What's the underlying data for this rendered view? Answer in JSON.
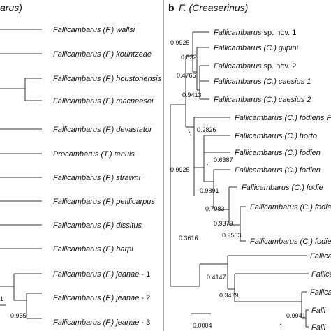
{
  "panel_a": {
    "title_fragment": "arus)",
    "taxa": [
      {
        "genus": "Fallicambarus",
        "sub": "(F.)",
        "species": "wallsi",
        "suffix": ""
      },
      {
        "genus": "Fallicambarus",
        "sub": "(F.)",
        "species": "kountzeae",
        "suffix": ""
      },
      {
        "genus": "Fallicambarus",
        "sub": "(F.)",
        "species": "houstonensis",
        "suffix": ""
      },
      {
        "genus": "Fallicambarus",
        "sub": "(F.)",
        "species": "macneesei",
        "suffix": ""
      },
      {
        "genus": "Fallicambarus",
        "sub": "(F.)",
        "species": "devastator",
        "suffix": ""
      },
      {
        "genus": "Procambarus",
        "sub": "(T.)",
        "species": "tenuis",
        "suffix": ""
      },
      {
        "genus": "Fallicambarus",
        "sub": "(F.)",
        "species": "strawni",
        "suffix": ""
      },
      {
        "genus": "Fallicambarus",
        "sub": "(F.)",
        "species": "petilicarpus",
        "suffix": ""
      },
      {
        "genus": "Fallicambarus",
        "sub": "(F.)",
        "species": "dissitus",
        "suffix": ""
      },
      {
        "genus": "Fallicambarus",
        "sub": "(F.)",
        "species": "harpi",
        "suffix": ""
      },
      {
        "genus": "Fallicambarus",
        "sub": "(F.)",
        "species": "jeanae",
        "suffix": "- 1"
      },
      {
        "genus": "Fallicambarus",
        "sub": "(F.)",
        "species": "jeanae",
        "suffix": "- 2"
      },
      {
        "genus": "Fallicambarus",
        "sub": "(F.)",
        "species": "jeanae",
        "suffix": "- 3"
      }
    ],
    "support_values": [
      "1",
      "0.935"
    ]
  },
  "panel_b": {
    "letter": "b",
    "title": "F. (Creaserinus)",
    "taxa": [
      {
        "text": "Fallicambarus",
        "rest": "sp. nov. 1",
        "rest_italic": false
      },
      {
        "text": "Fallicambarus",
        "rest": "(C.) gilpini",
        "rest_italic": true
      },
      {
        "text": "Fallicambarus",
        "rest": "sp. nov. 2",
        "rest_italic": false
      },
      {
        "text": "Fallicambarus",
        "rest": "(C.) caesius 1",
        "rest_italic": true
      },
      {
        "text": "Fallicambarus",
        "rest": "(C.) caesius 2",
        "rest_italic": true
      },
      {
        "text": "Fallicambarus",
        "rest": "(C.) fodiens  FL",
        "rest_italic": true
      },
      {
        "text": "Fallicambarus",
        "rest": "(C.) horto",
        "rest_italic": true
      },
      {
        "text": "Fallicambarus",
        "rest": "(C.) fodien",
        "rest_italic": true
      },
      {
        "text": "Fallicambarus",
        "rest": "(C.) fodien",
        "rest_italic": true
      },
      {
        "text": "Fallicambarus",
        "rest": "(C.) fodie",
        "rest_italic": true
      },
      {
        "text": "Fallicambarus",
        "rest": "(C.) fodien",
        "rest_italic": true
      },
      {
        "text": "Fallicambarus",
        "rest": "(C.) fodien",
        "rest_italic": true
      },
      {
        "text": "Fallica",
        "rest": "",
        "rest_italic": true
      },
      {
        "text": "Fallica",
        "rest": "",
        "rest_italic": true
      },
      {
        "text": "Fallica",
        "rest": "",
        "rest_italic": true
      },
      {
        "text": "Falli",
        "rest": "",
        "rest_italic": true
      },
      {
        "text": "Falli",
        "rest": "",
        "rest_italic": true
      }
    ],
    "support_values": [
      "0.9925",
      "0.832",
      "0.4766",
      "0.9413",
      "0.2826",
      "0.6387",
      "0.9925",
      "0.9891",
      "0.7983",
      "0.9379",
      "0.9553",
      "0.3616",
      "0.4147",
      "0.3479",
      "0.9941",
      "1"
    ],
    "scale_label": "0.0004"
  },
  "colors": {
    "branch": "#333333",
    "text": "#111111",
    "divider": "#555555"
  }
}
